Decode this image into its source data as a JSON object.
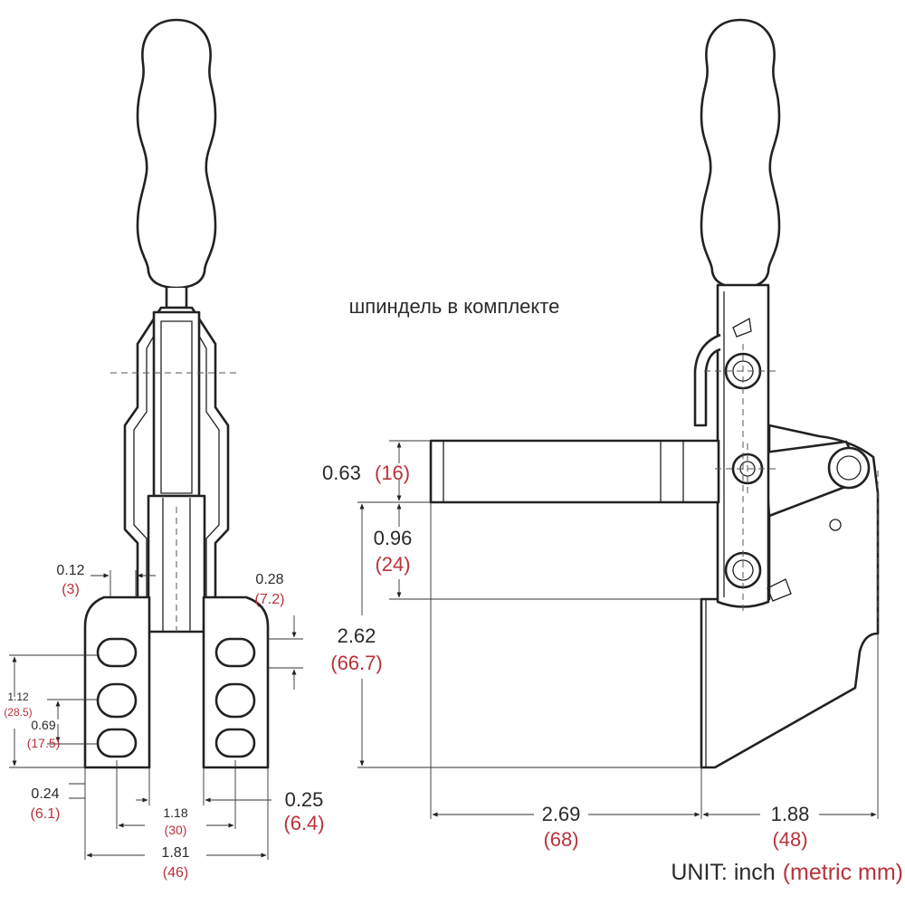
{
  "note": "шпиндель в комплекте",
  "unit": {
    "label": "UNIT:  inch",
    "metric": "(metric mm)"
  },
  "dimensions": {
    "d012": {
      "inch": "0.12",
      "mm": "(3)"
    },
    "d028": {
      "inch": "0.28",
      "mm": "(7.2)"
    },
    "d112": {
      "inch": "1.12",
      "mm": "(28.5)"
    },
    "d069": {
      "inch": "0.69",
      "mm": "(17.5)"
    },
    "d024": {
      "inch": "0.24",
      "mm": "(6.1)"
    },
    "d118": {
      "inch": "1.18",
      "mm": "(30)"
    },
    "d025": {
      "inch": "0.25",
      "mm": "(6.4)"
    },
    "d181": {
      "inch": "1.81",
      "mm": "(46)"
    },
    "d063": {
      "inch": "0.63",
      "mm": "(16)"
    },
    "d096": {
      "inch": "0.96",
      "mm": "(24)"
    },
    "d262": {
      "inch": "2.62",
      "mm": "(66.7)"
    },
    "d269": {
      "inch": "2.69",
      "mm": "(68)"
    },
    "d188": {
      "inch": "1.88",
      "mm": "(48)"
    }
  },
  "colors": {
    "line": "#222222",
    "metric": "#b8323a",
    "text": "#2a2a2a"
  }
}
